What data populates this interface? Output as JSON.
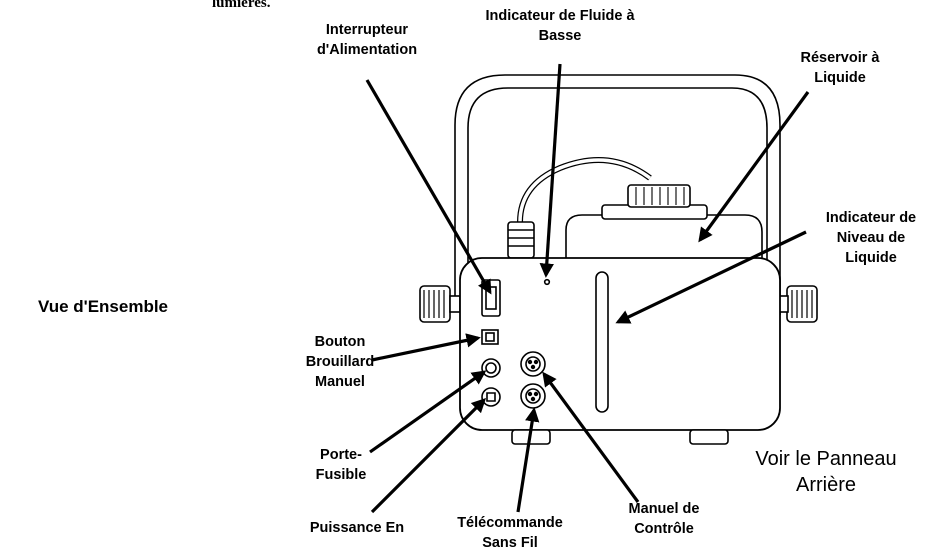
{
  "page": {
    "cut_text": "lumières.",
    "section_title": "Vue d'Ensemble",
    "view_caption": [
      "Voir le Panneau",
      "Arrière"
    ]
  },
  "labels": {
    "power_switch": [
      "Interrupteur",
      "d'Alimentation"
    ],
    "low_fluid_indicator": [
      "Indicateur de Fluide à",
      "Basse"
    ],
    "fluid_tank": [
      "Réservoir à",
      "Liquide"
    ],
    "fluid_level_indicator": [
      "Indicateur de",
      "Niveau de",
      "Liquide"
    ],
    "manual_fog_button": [
      "Bouton",
      "Brouillard",
      "Manuel"
    ],
    "fuse_holder": [
      "Porte-",
      "Fusible"
    ],
    "power_in": [
      "Puissance En"
    ],
    "wireless_remote": [
      "Télécommande",
      "Sans Fil"
    ],
    "manual_control": [
      "Manuel de",
      "Contrôle"
    ]
  }
}
